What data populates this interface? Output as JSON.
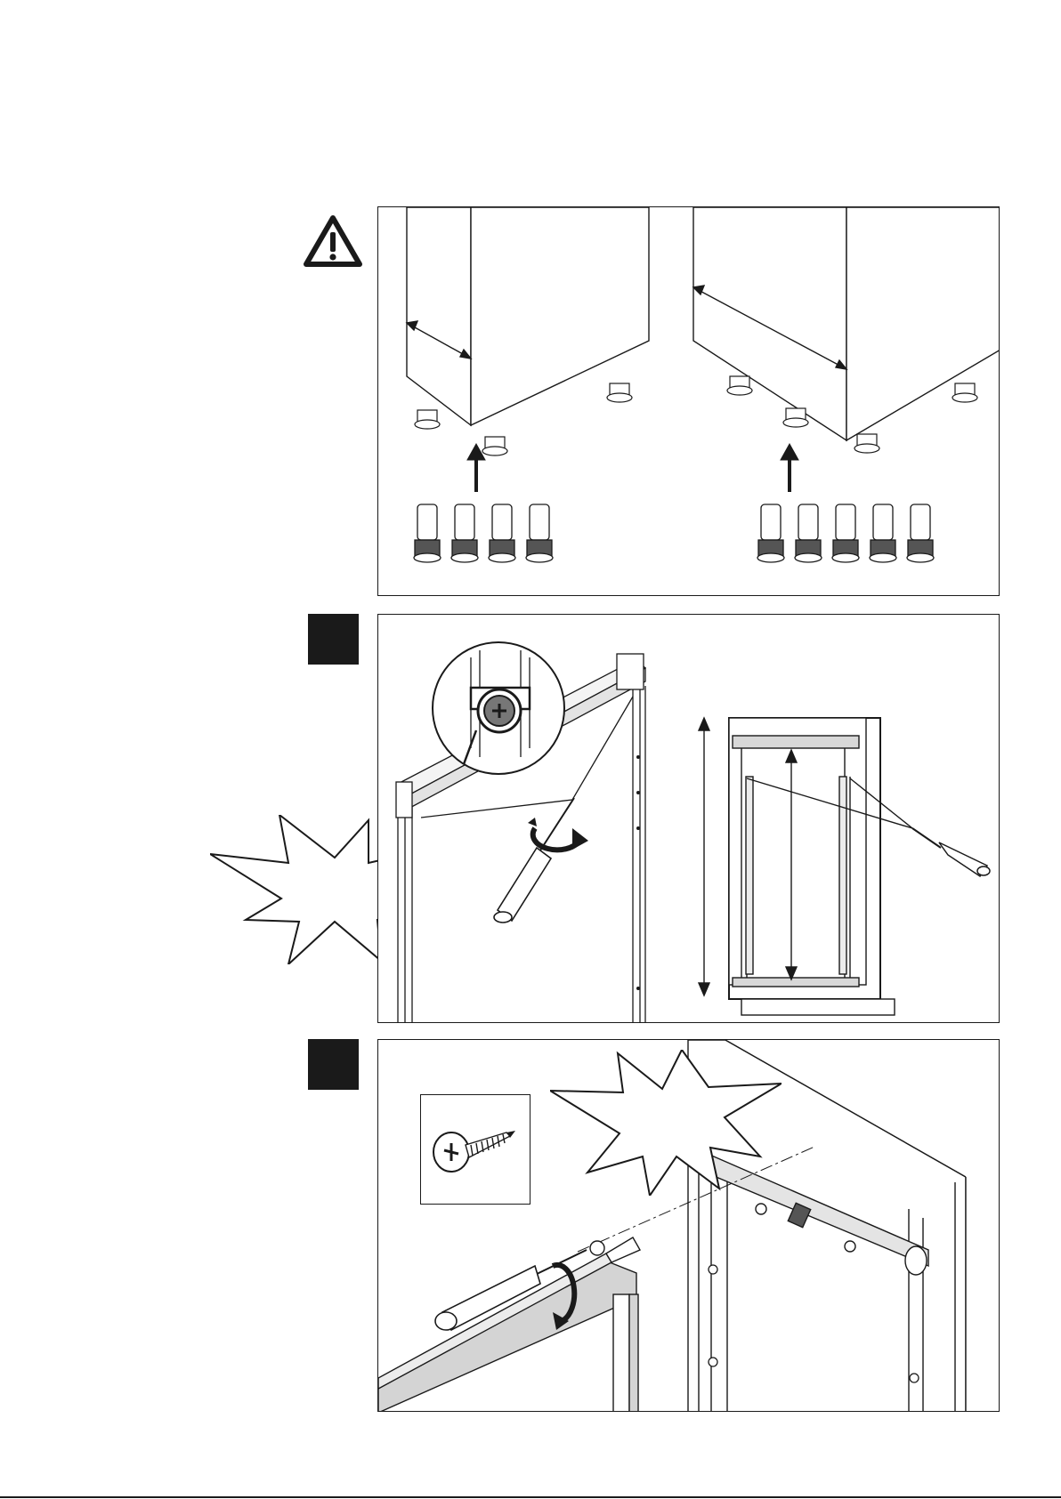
{
  "steps": [
    {
      "id": "warning",
      "icon": "warning-triangle-icon",
      "label": ""
    },
    {
      "id": "step-a",
      "icon": "",
      "label": ""
    },
    {
      "id": "step-b",
      "icon": "",
      "label": ""
    }
  ],
  "colors": {
    "ink": "#1a1a1a",
    "panel_fill": "#ffffff",
    "shade": "#d4d4d4",
    "light_shade": "#ececec"
  },
  "illustrations": {
    "panel1": "cabinets-with-adjustable-feet",
    "panel2": "drawer-rail-screw-adjustment",
    "panel3": "door-hinge-screw-mounting"
  }
}
